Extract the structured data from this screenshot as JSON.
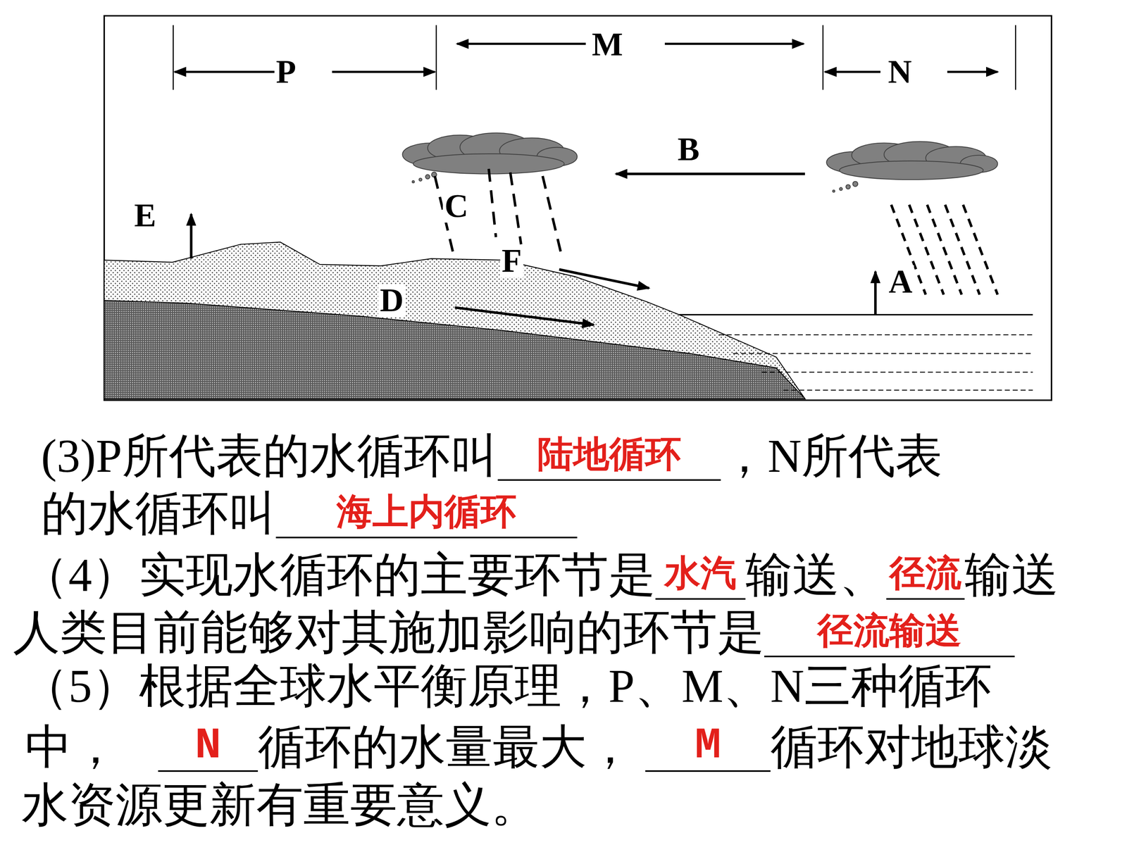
{
  "diagram": {
    "labels": [
      "P",
      "M",
      "N",
      "B",
      "C",
      "E",
      "F",
      "D",
      "A",
      "(3)P所代表的水循环叫",
      "陆地循环",
      "，N所代表",
      "的水循环叫",
      "海上内循环",
      "（4）实现水循环的主要环节是",
      "水汽",
      "输送、",
      "径流",
      "输送",
      "人类目前能够对其施加影响的环节是",
      "径流输送",
      "（5）根据全球水平衡原理，P、M、N三种循环",
      "中，",
      "N",
      "循环的水量最大，",
      "M",
      "循环对地球淡",
      "水资源更新有重要意义。"
    ]
  }
}
